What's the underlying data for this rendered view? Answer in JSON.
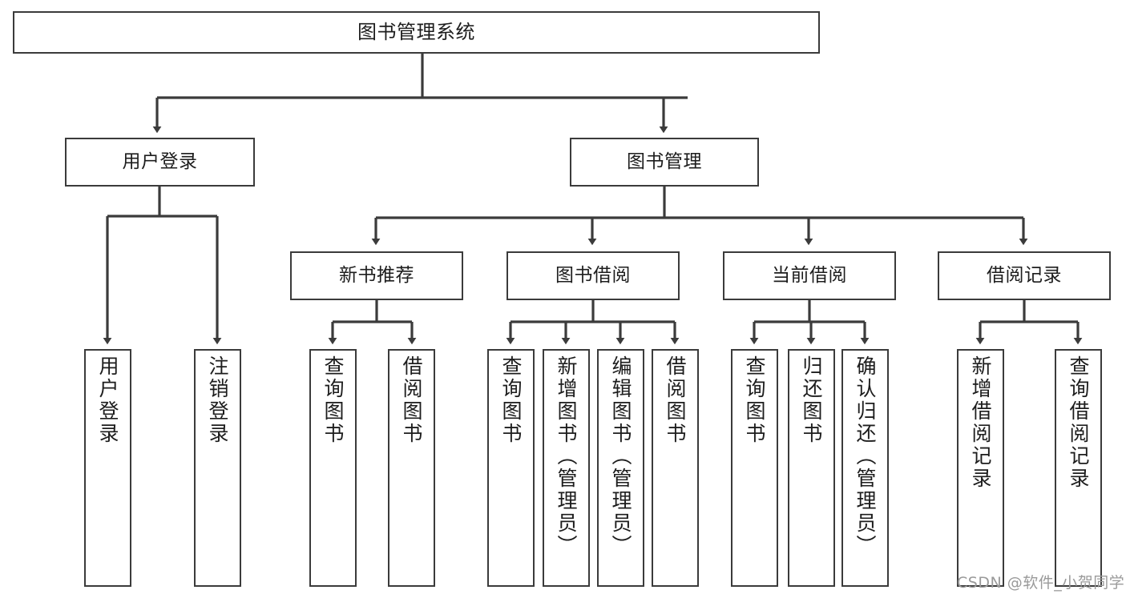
{
  "diagram": {
    "title": "图书管理系统",
    "watermark": "CSDN @软件_小贺同学",
    "theme": {
      "background": "#ffffff",
      "box_border": "#3b3b3b",
      "box_fill": "#ffffff",
      "text": "#1d1d1d",
      "connector": "#3b3b3b",
      "watermark": "#9a9a9a"
    },
    "nodes": {
      "root": {
        "label": "图书管理系统"
      },
      "level2": [
        {
          "id": "user-login",
          "label": "用户登录"
        },
        {
          "id": "book-manage",
          "label": "图书管理"
        }
      ],
      "level3": [
        {
          "id": "new-book-recommend",
          "label": "新书推荐"
        },
        {
          "id": "book-borrow",
          "label": "图书借阅"
        },
        {
          "id": "current-borrow",
          "label": "当前借阅"
        },
        {
          "id": "borrow-record",
          "label": "借阅记录"
        }
      ],
      "leaves": {
        "user-login": [
          {
            "id": "leaf-user-login",
            "label": "用户登录"
          },
          {
            "id": "leaf-user-logout",
            "label": "注销登录"
          }
        ],
        "new-book-recommend": [
          {
            "id": "leaf-query-book-1",
            "label": "查询图书"
          },
          {
            "id": "leaf-borrow-book-1",
            "label": "借阅图书"
          }
        ],
        "book-borrow": [
          {
            "id": "leaf-query-book-2",
            "label": "查询图书"
          },
          {
            "id": "leaf-add-book",
            "label": "新增图书（管理员）"
          },
          {
            "id": "leaf-edit-book",
            "label": "编辑图书（管理员）"
          },
          {
            "id": "leaf-borrow-book-2",
            "label": "借阅图书"
          }
        ],
        "current-borrow": [
          {
            "id": "leaf-query-book-3",
            "label": "查询图书"
          },
          {
            "id": "leaf-return-book",
            "label": "归还图书"
          },
          {
            "id": "leaf-confirm-return",
            "label": "确认归还（管理员）"
          }
        ],
        "borrow-record": [
          {
            "id": "leaf-add-record",
            "label": "新增借阅记录"
          },
          {
            "id": "leaf-query-record",
            "label": "查询借阅记录"
          }
        ]
      }
    }
  }
}
